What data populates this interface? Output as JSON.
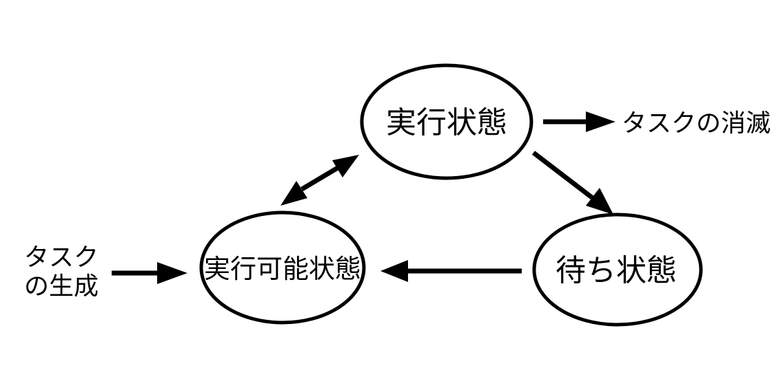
{
  "nodes": {
    "running": "実行状態",
    "ready": "実行可能状態",
    "waiting": "待ち状態"
  },
  "external": {
    "task_end": "タスクの消滅",
    "task_create_line1": "タスク",
    "task_create_line2": "の生成"
  },
  "colors": {
    "stroke": "#000000",
    "background": "#ffffff"
  }
}
